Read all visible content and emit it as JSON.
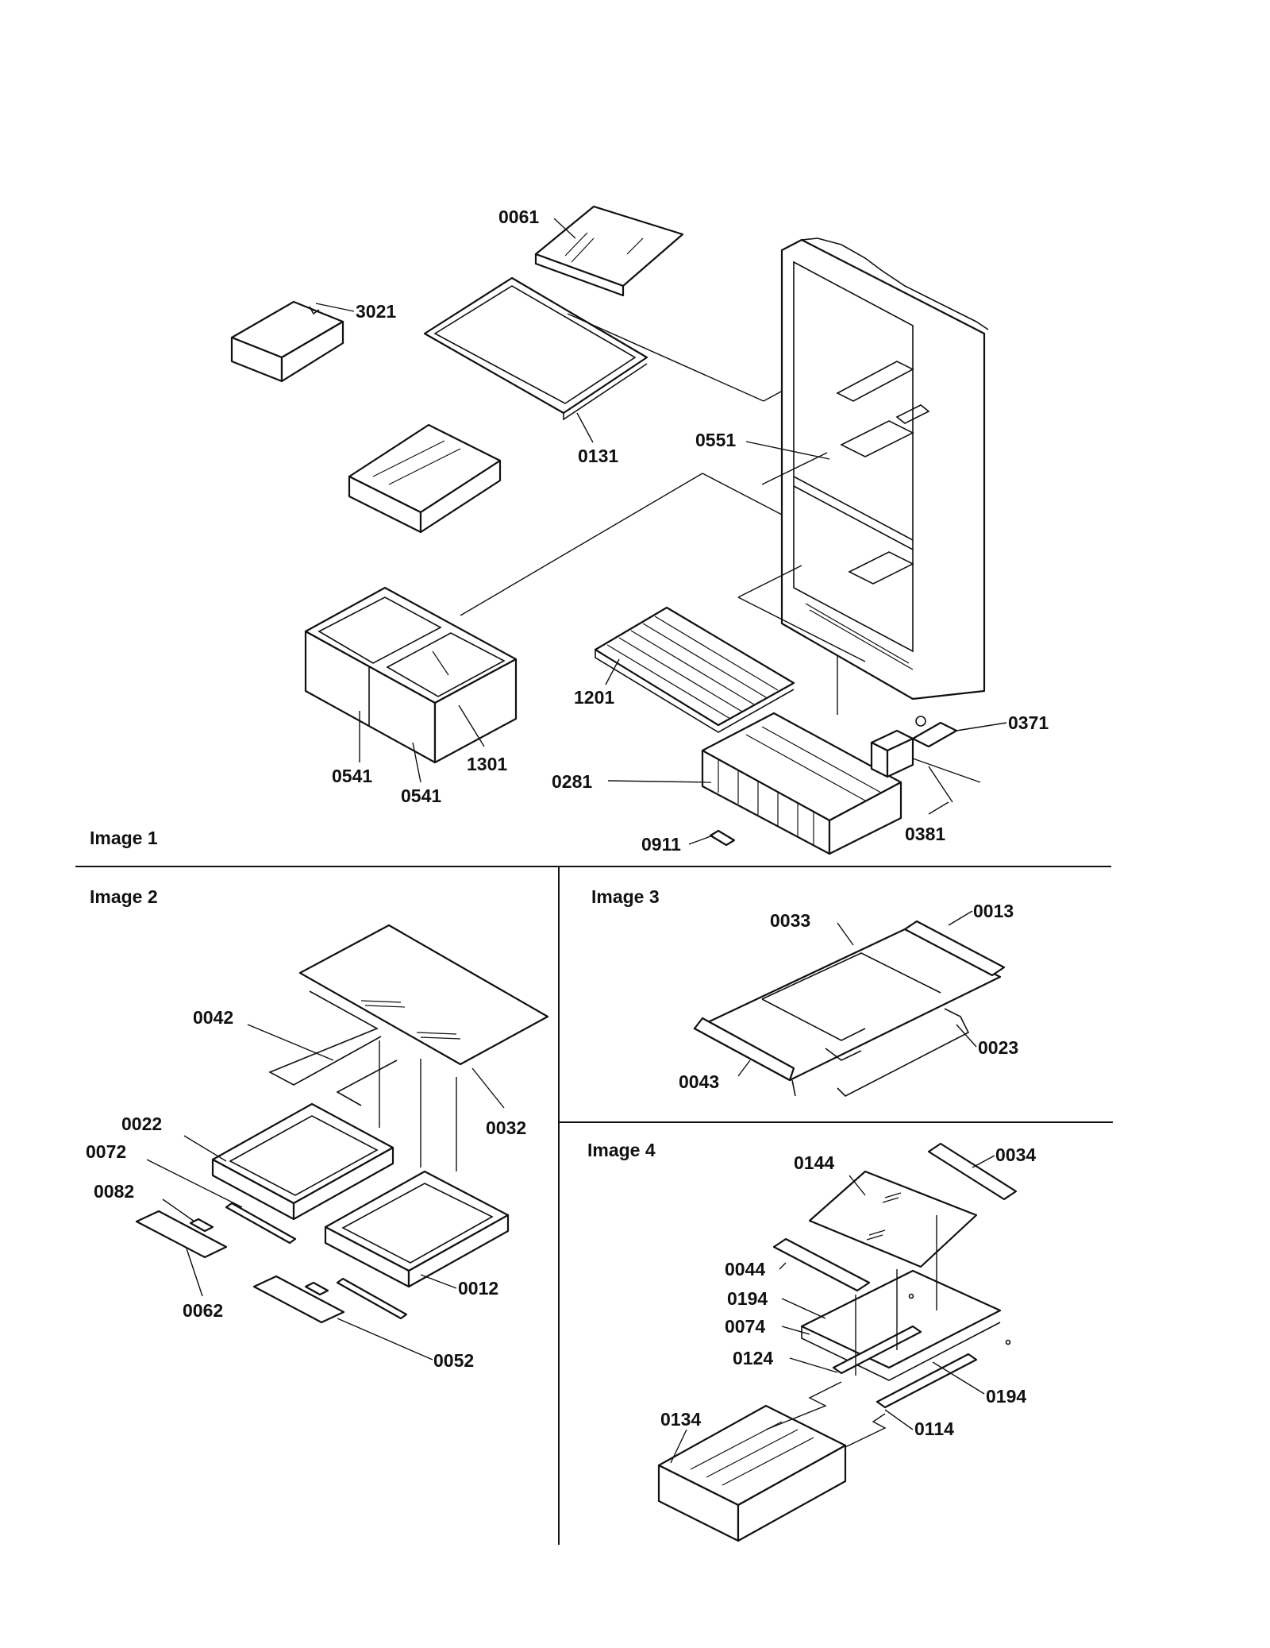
{
  "sections": {
    "image1": "Image 1",
    "image2": "Image 2",
    "image3": "Image 3",
    "image4": "Image 4"
  },
  "parts": {
    "image1": [
      "0061",
      "3021",
      "0131",
      "0551",
      "1201",
      "0371",
      "0541",
      "0541",
      "1301",
      "0281",
      "0381",
      "0911"
    ],
    "image2": [
      "0042",
      "0032",
      "0022",
      "0072",
      "0082",
      "0012",
      "0062",
      "0052"
    ],
    "image3": [
      "0033",
      "0013",
      "0023",
      "0043"
    ],
    "image4": [
      "0144",
      "0034",
      "0044",
      "0194",
      "0074",
      "0124",
      "0194",
      "0134",
      "0114"
    ]
  }
}
